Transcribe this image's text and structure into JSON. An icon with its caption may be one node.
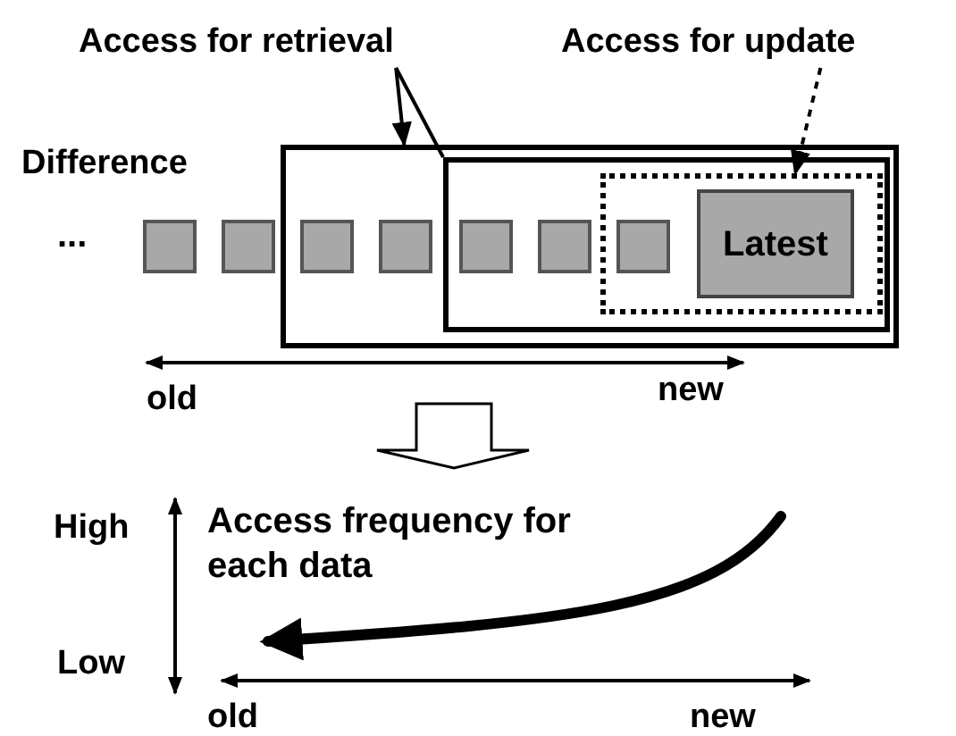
{
  "diagram": {
    "nodes": [
      {
        "text": [
          "Access for retrieval"
        ]
      },
      {
        "text": [
          "Access for update"
        ]
      },
      {
        "text": [],
        "shape": "box"
      },
      {
        "text": [],
        "shape": "box",
        "in": 2
      },
      {
        "text": [],
        "shape": "box",
        "in": 3
      },
      {
        "text": [],
        "shape": "box"
      },
      {
        "text": [],
        "shape": "box"
      },
      {
        "text": [],
        "shape": "box",
        "in": 2
      },
      {
        "text": [],
        "shape": "box",
        "in": 2
      },
      {
        "text": [],
        "shape": "box",
        "in": 3
      },
      {
        "text": [],
        "shape": "box",
        "in": 3
      },
      {
        "text": [],
        "shape": "box",
        "in": 4
      },
      {
        "text": [
          "Latest"
        ],
        "in": 4
      }
    ],
    "edges": [
      {
        "from": 0,
        "to": 2,
        "arrow": "to"
      },
      {
        "from": 0,
        "to": 3,
        "arrow": "none"
      },
      {
        "from": 1,
        "to": 4,
        "arrow": "to",
        "style": "dashed"
      }
    ],
    "labels": [
      "Difference",
      "...",
      "old",
      "new",
      "High",
      "Low",
      "Access frequency for each data",
      "old",
      "new"
    ]
  }
}
